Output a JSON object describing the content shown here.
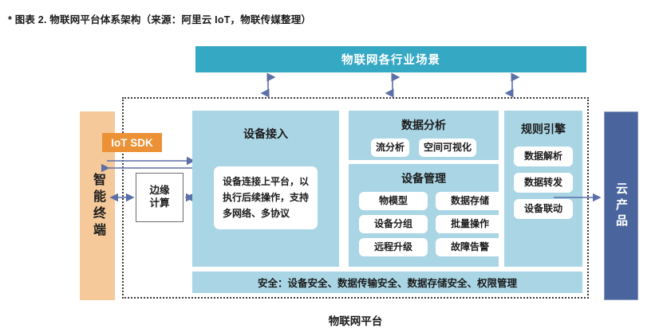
{
  "caption": "* 图表 2. 物联网平台体系架构（来源：阿里云 IoT，物联传媒整理）",
  "colors": {
    "industry_bar": "#35A8C4",
    "panel_blue": "#A9D5E5",
    "terminal_orange": "#F5C99A",
    "sdk_orange": "#ED9137",
    "cloud_blue": "#4A659E",
    "arrow_blue": "#5B6FA8",
    "boundary_dotted": "#3A3A3A"
  },
  "industry_bar": {
    "label": "物联网各行业场景"
  },
  "platform": {
    "caption": "物联网平台"
  },
  "terminal": {
    "label": "智能终端"
  },
  "sdk": {
    "label": "IoT SDK"
  },
  "edge": {
    "line1": "边缘",
    "line2": "计算"
  },
  "device_access": {
    "title": "设备接入",
    "note": "设备连接上平台，以执行后续操作，支持多网络、多协议"
  },
  "data_analysis": {
    "title": "数据分析",
    "items": [
      "流分析",
      "空间可视化"
    ]
  },
  "device_management": {
    "title": "设备管理",
    "items": [
      "物模型",
      "数据存储",
      "设备分组",
      "批量操作",
      "远程升级",
      "故障告警"
    ]
  },
  "rules_engine": {
    "title": "规则引擎",
    "items": [
      "数据解析",
      "数据转发",
      "设备联动"
    ]
  },
  "security": {
    "label": "安全：设备安全、数据传输安全、数据存储安全、权限管理"
  },
  "cloud": {
    "label": "云产品"
  },
  "connectors": {
    "industry_up_1": "bidirectional-arrow",
    "industry_up_2": "bidirectional-arrow",
    "industry_up_3": "bidirectional-arrow",
    "terminal_to_access": "arrow-right",
    "access_to_terminal": "arrow-left",
    "terminal_to_edge": "bidirectional-arrow",
    "edge_to_access": "bidirectional-arrow",
    "rules_to_cloud": "arrow-right"
  }
}
